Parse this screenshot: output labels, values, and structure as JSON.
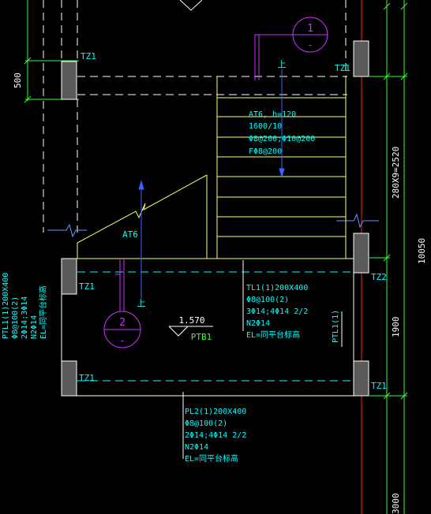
{
  "colors": {
    "background": "#000000",
    "outline": "#ffffff",
    "hidden": "#ffffff",
    "stair": "#ffff66",
    "annotation": "#00ffff",
    "green": "#33ff33",
    "dimension": "#33ff33",
    "axis": "#ff2222",
    "marker": "#cc33ff",
    "column_fill": "#5a5a5a",
    "break_line": "#6699ff"
  },
  "labels": {
    "tz1_top_left": "TZ1",
    "tz1_top_right": "TZ1",
    "tz1_mid_left": "TZ1",
    "tz2_mid_right": "TZ2",
    "tz1_bottom_left": "TZ1",
    "tz1_bottom_right": "TZ1",
    "stair_section_top": "上",
    "stair_section_bottom": "上",
    "slab_at6": "AT6",
    "slab_ptb1": "PTB1",
    "elevation": "1.570"
  },
  "at6_note": {
    "line1": "AT6, h=120",
    "line2": "1600/10",
    "line3": "Φ8@200;Φ10@200",
    "line4": "FΦ8@200"
  },
  "tl1_note": {
    "line1": "TL1(1)200X400",
    "line2": "Φ8@100(2)",
    "line3": "3Φ14;4Φ14 2/2",
    "line4": "N2Φ14",
    "line5": "EL=同平台标高"
  },
  "pl2_note": {
    "line1": "PL2(1)200X400",
    "line2": "Φ8@100(2)",
    "line3": "2Φ14;4Φ14 2/2",
    "line4": "N2Φ14",
    "line5": "EL=同平台标高"
  },
  "ptl1_left_note": {
    "line1": "PTL1(1)200X400",
    "line2": "Φ8@100(2)",
    "line3": "2Φ14;3Φ14",
    "line4": "N2Φ14",
    "line5": "EL=同平台标高"
  },
  "ptl1_right_label": "PTL1(1)",
  "section_markers": {
    "marker1_number": "1",
    "marker1_dash": "-",
    "marker2_number": "2",
    "marker2_dash": "-"
  },
  "dimensions": {
    "dim_500": "500",
    "dim_2520": "280X9=2520",
    "dim_10050": "10050",
    "dim_1900": "1900",
    "dim_3000": "3000"
  }
}
